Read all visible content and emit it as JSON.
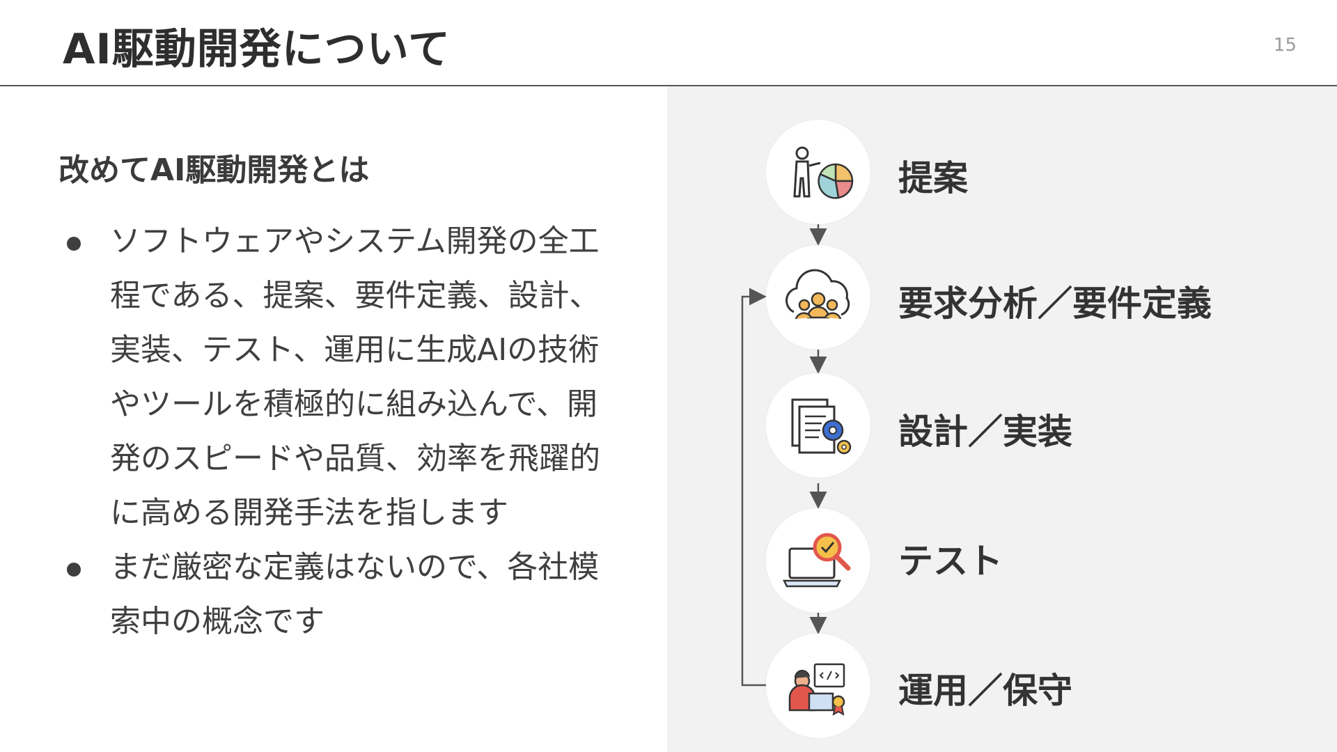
{
  "slide": {
    "title": "AI駆動開発について",
    "page_number": "15"
  },
  "left": {
    "subtitle": "改めてAI駆動開発とは",
    "bullets": [
      "ソフトウェアやシステム開発の全工程である、提案、要件定義、設計、実装、テスト、運用に生成AIの技術やツールを積極的に組み込んで、開発のスピードや品質、効率を飛躍的に高める開発手法を指します",
      "まだ厳密な定義はないので、各社模索中の概念です"
    ]
  },
  "flow": {
    "steps": [
      {
        "label": "提案",
        "icon": "presentation-chart-icon"
      },
      {
        "label": "要求分析／要件定義",
        "icon": "cloud-team-icon"
      },
      {
        "label": "設計／実装",
        "icon": "documents-gear-icon"
      },
      {
        "label": "テスト",
        "icon": "laptop-magnifier-check-icon"
      },
      {
        "label": "運用／保守",
        "icon": "developer-code-certificate-icon"
      }
    ]
  }
}
